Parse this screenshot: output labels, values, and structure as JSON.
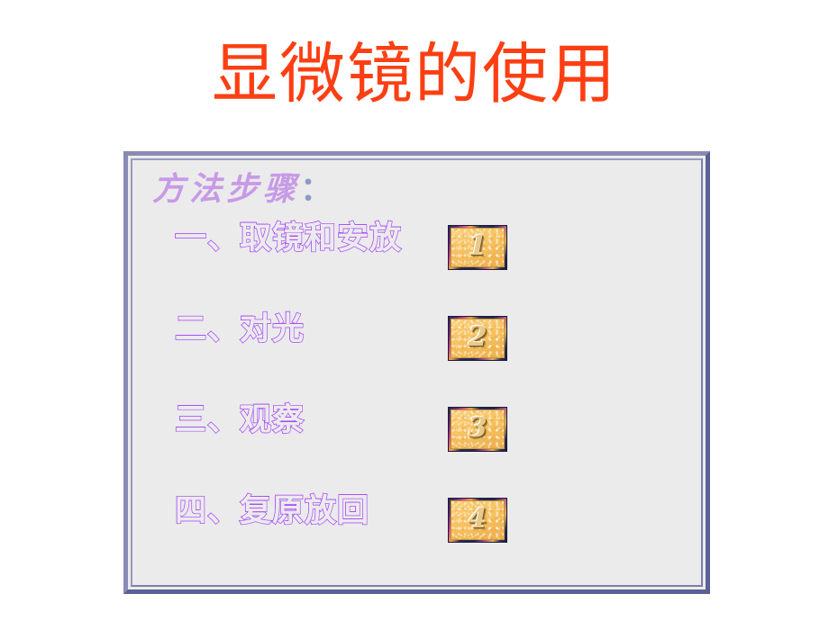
{
  "slide": {
    "title": "显微镜的使用",
    "title_color": "#fc3f13",
    "background_color": "#ffffff"
  },
  "content_box": {
    "background_color": "#ebebeb",
    "border_color_light": "#8a8ab4",
    "border_color_dark": "#5b6097",
    "heading": {
      "text": "方法步骤",
      "colon": "：",
      "color": "#c79ae6"
    },
    "steps": [
      {
        "label": "一、取镜和安放",
        "button_number": "1",
        "text_outline_color": "#a23dfa",
        "button_face_color": "#f7c362"
      },
      {
        "label": "二、对光",
        "button_number": "2",
        "text_outline_color": "#a23dfa",
        "button_face_color": "#f7c362"
      },
      {
        "label": "三、观察",
        "button_number": "3",
        "text_outline_color": "#a23dfa",
        "button_face_color": "#f7c362"
      },
      {
        "label": "四、复原放回",
        "button_number": "4",
        "text_outline_color": "#a23dfa",
        "button_face_color": "#f7c362"
      }
    ]
  }
}
